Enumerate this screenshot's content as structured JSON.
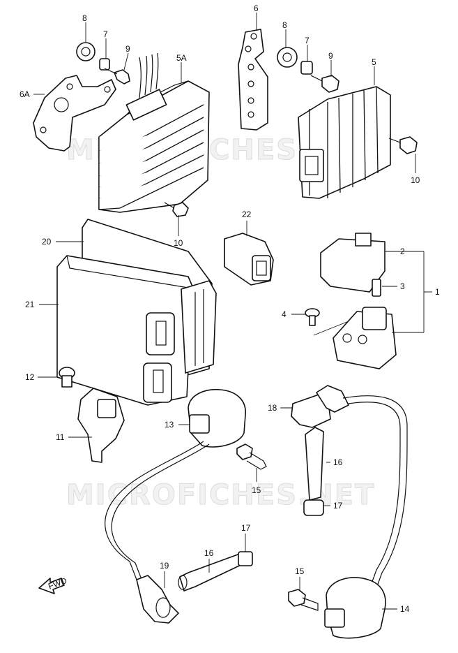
{
  "watermark": "MICROFICHES.NET",
  "fwd_label": "FWD",
  "callouts": {
    "c8a": "8",
    "c7a": "7",
    "c9a": "9",
    "c5a": "5A",
    "c6a": "6A",
    "c6": "6",
    "c8b": "8",
    "c7b": "7",
    "c9b": "9",
    "c5": "5",
    "c10a": "10",
    "c10b": "10",
    "c20": "20",
    "c22": "22",
    "c21": "21",
    "c2": "2",
    "c3": "3",
    "c1": "1",
    "c4": "4",
    "c12": "12",
    "c11": "11",
    "c13": "13",
    "c15a": "15",
    "c18": "18",
    "c16a": "16",
    "c17a": "17",
    "c17b": "17",
    "c16b": "16",
    "c19": "19",
    "c15b": "15",
    "c14": "14"
  }
}
